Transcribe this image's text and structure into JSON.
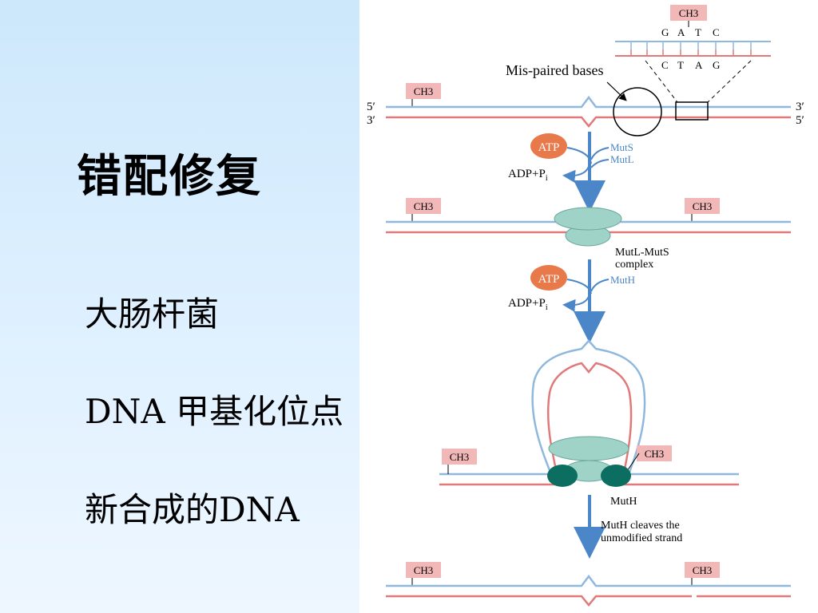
{
  "slide": {
    "title": "错配修复",
    "lines": [
      "大肠杆菌",
      "DNA 甲基化位点",
      "新合成的DNA"
    ]
  },
  "diagram": {
    "ch3": "CH3",
    "top_bases": [
      "G",
      "A",
      "T",
      "C"
    ],
    "bottom_bases": [
      "C",
      "T",
      "A",
      "G"
    ],
    "mispaired_label": "Mis-paired bases",
    "end_5": "5′",
    "end_3": "3′",
    "atp": "ATP",
    "adp": "ADP+P",
    "adp_sub": "i",
    "muts": "MutS",
    "mutl": "MutL",
    "complex_line1": "MutL-MutS",
    "complex_line2": "complex",
    "muth_enzyme": "MutH",
    "muth_label": "MutH",
    "cleave_line1": "MutH cleaves the",
    "cleave_line2": "unmodified strand"
  },
  "colors": {
    "strand_blue": "#8fb8de",
    "strand_red": "#e07a7a",
    "arrow_blue": "#4a86c8",
    "protein_teal": "#9fd3c8",
    "muth_green": "#0b6e60",
    "atp_orange": "#e8794a",
    "ch3_fill": "#f2b8b8"
  }
}
